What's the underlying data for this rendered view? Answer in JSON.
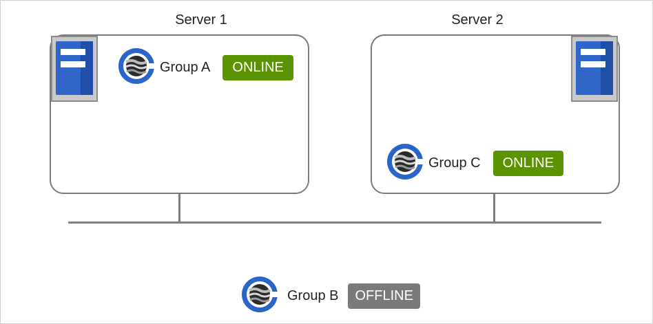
{
  "servers": [
    {
      "title": "Server 1"
    },
    {
      "title": "Server 2"
    }
  ],
  "groups": {
    "a": {
      "label": "Group A",
      "status": "ONLINE"
    },
    "b": {
      "label": "Group B",
      "status": "OFFLINE"
    },
    "c": {
      "label": "Group C",
      "status": "ONLINE"
    }
  },
  "colors": {
    "online": "#5c9300",
    "offline": "#7a7a7a",
    "server_blue": "#2f66c8",
    "logo_blue": "#2a66c8"
  },
  "icons": {
    "server": "server-icon",
    "group": "cluster-group-icon"
  }
}
